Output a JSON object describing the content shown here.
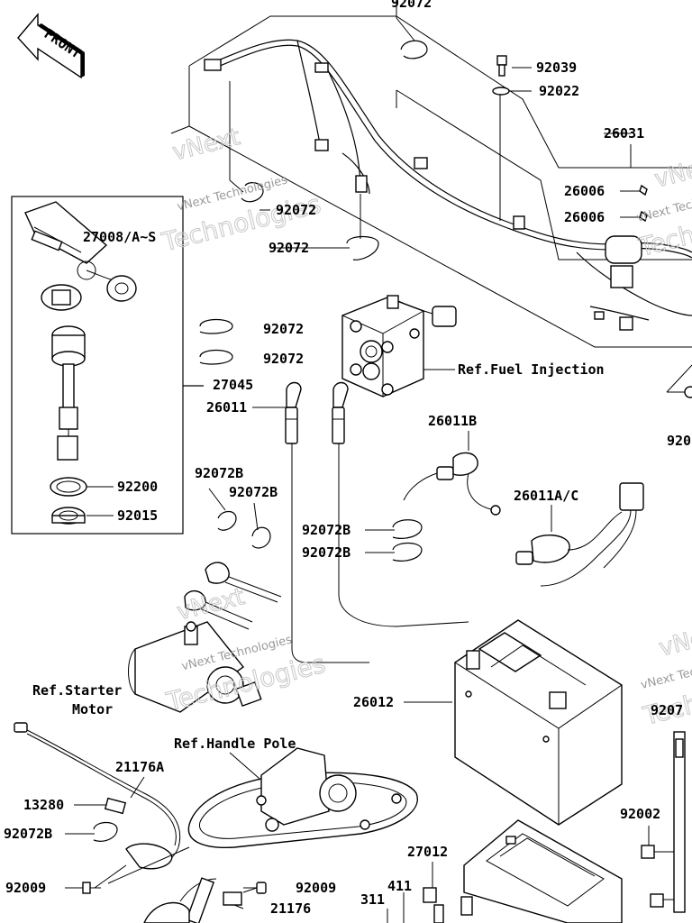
{
  "front_badge": "FRONT",
  "watermarks": [
    {
      "line1": "vNext Technologies",
      "line2": "Technologies"
    },
    {
      "line1": "vNext Technologies",
      "line2": "Technologies"
    },
    {
      "line1": "vNext Technologies",
      "line2": "Technologies"
    },
    {
      "line1": "vNext Technologies",
      "line2": "Technologies"
    }
  ],
  "watermark_brand": "vNext",
  "labels": {
    "l92072_top": "92072",
    "l92039": "92039",
    "l92022": "92022",
    "l26031": "26031",
    "l26006a": "26006",
    "l26006b": "26006",
    "l27008": "27008/A~S",
    "l92072_a": "92072",
    "l92072_b": "92072",
    "l92072_c": "92072",
    "l92072_d": "92072",
    "l27045": "27045",
    "l26011": "26011",
    "l92200": "92200",
    "l92015": "92015",
    "ref_fuel": "Ref.Fuel Injection",
    "l26011b": "26011B",
    "l92072b_1": "92072B",
    "l92072b_2": "92072B",
    "l26011ac": "26011A/C",
    "l92072b_3": "92072B",
    "l92072b_4": "92072B",
    "ref_starter_1": "Ref.Starter",
    "ref_starter_2": "Motor",
    "l26012": "26012",
    "ref_handle": "Ref.Handle Pole",
    "l21176a": "21176A",
    "l13280": "13280",
    "l92072b_5": "92072B",
    "l92002": "92002",
    "l27012": "27012",
    "l92009_a": "92009",
    "l92009_b": "92009",
    "l21176": "21176",
    "l411": "411",
    "l311": "311",
    "l920_right": "920",
    "l9207_right": "9207"
  }
}
